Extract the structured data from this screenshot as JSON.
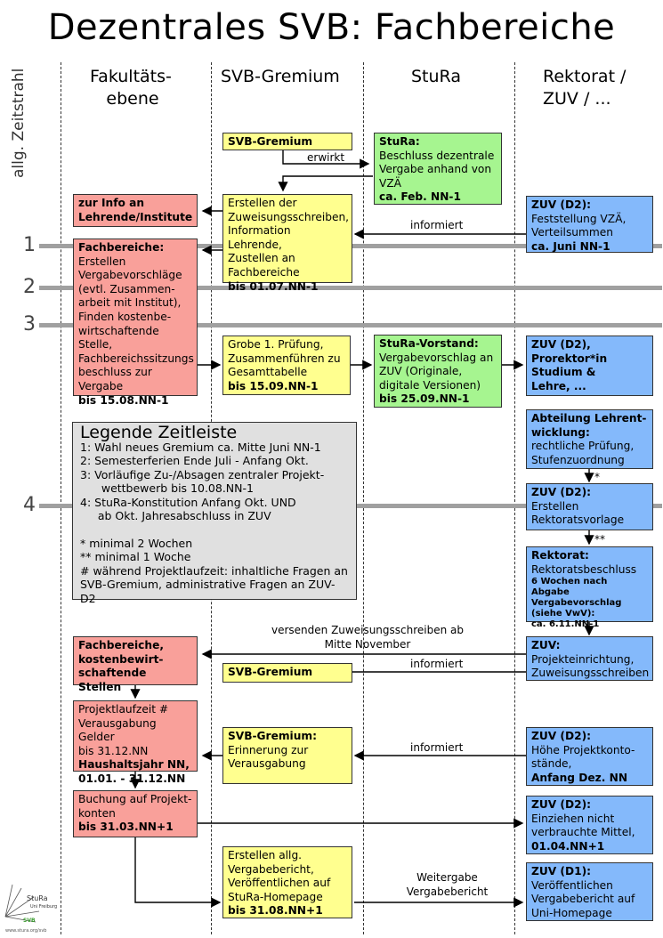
{
  "title": "Dezentrales SVB: Fachbereiche",
  "timeline_axis_label": "allg. Zeitstrahl",
  "columns": {
    "faculty": [
      "Fakultäts-",
      "ebene"
    ],
    "svb": "SVB-Gremium",
    "stura": "StuRa",
    "rectorate": [
      "Rektorat /",
      "ZUV / ..."
    ]
  },
  "timeline_markers": [
    "1",
    "2",
    "3",
    "4"
  ],
  "boxes": {
    "svb_gremium_top": "SVB-Gremium",
    "stura_decision": {
      "head": "StuRa:",
      "lines": [
        "Beschluss dezentrale",
        "Vergabe anhand von",
        "VZÄ"
      ],
      "deadline": "ca. Feb. NN-1"
    },
    "info_teachers": {
      "line1": "zur Info an",
      "line2": "Lehrende/Institute"
    },
    "create_letters": {
      "lines": [
        "Erstellen der",
        "Zuweisungsschreiben,",
        "Information Lehrende,",
        "Zustellen an",
        "Fachbereiche"
      ],
      "deadline": "bis 01.07.NN-1"
    },
    "zuv_d2_vza": {
      "head": "ZUV (D2):",
      "lines": [
        "Feststellung VZÄ,",
        "Verteilsummen"
      ],
      "deadline": "ca. Juni NN-1"
    },
    "fachbereiche_main": {
      "head": "Fachbereiche:",
      "lines": [
        "Erstellen",
        "Vergabevorschläge",
        "(evtl. Zusammen-",
        "arbeit mit Institut),",
        "Finden kostenbe-",
        "wirtschaftende Stelle,",
        "Fachbereichssitzungs",
        "beschluss zur",
        "Vergabe"
      ],
      "deadline": "bis 15.08.NN-1"
    },
    "rough_check": {
      "lines": [
        "Grobe 1. Prüfung,",
        "Zusammenführen zu",
        "Gesamttabelle"
      ],
      "deadline": "bis 15.09.NN-1"
    },
    "stura_board": {
      "head": "StuRa-Vorstand:",
      "lines": [
        "Vergabevorschlag an",
        "ZUV (Originale,",
        "digitale Versionen)"
      ],
      "deadline": "bis 25.09.NN-1"
    },
    "zuv_prorektor": {
      "lines": [
        "ZUV (D2),",
        "Prorektor*in",
        "Studium &",
        "Lehre, ..."
      ]
    },
    "teaching_dev": {
      "head": [
        "Abteilung Lehrent-",
        "wicklung:"
      ],
      "lines": [
        "rechtliche Prüfung,",
        "Stufenzuordnung"
      ]
    },
    "zuv_d2_template": {
      "head": "ZUV (D2):",
      "lines": [
        "Erstellen",
        "Rektoratsvorlage"
      ]
    },
    "rektorat": {
      "head": "Rektorat:",
      "line": "Rektoratsbeschluss",
      "small": [
        "6 Wochen nach Abgabe",
        "Vergabevorschlag",
        "(siehe VwV):",
        "ca. 6.11.NN-1"
      ]
    },
    "zuv_project": {
      "head": "ZUV:",
      "lines": [
        "Projekteinrichtung,",
        "Zuweisungsschreiben"
      ]
    },
    "fachbereiche_cost": {
      "lines": [
        "Fachbereiche,",
        "kostenbewirt-",
        "schaftende Stellen"
      ]
    },
    "svb_gremium_mid": "SVB-Gremium",
    "project_runtime": {
      "lines": [
        "Projektlaufzeit #",
        "Verausgabung Gelder",
        "bis 31.12.NN"
      ],
      "deadline": [
        "Haushaltsjahr NN,",
        "01.01. - 31.12.NN"
      ]
    },
    "svb_reminder": {
      "head": "SVB-Gremium:",
      "lines": [
        "Erinnerung zur",
        "Verausgabung"
      ]
    },
    "zuv_d2_balance": {
      "head": "ZUV (D2):",
      "lines": [
        "Höhe Projektkonto-",
        "stände,"
      ],
      "deadline": "Anfang Dez. NN"
    },
    "booking": {
      "lines": [
        "Buchung auf Projekt-",
        "konten"
      ],
      "deadline": "bis 31.03.NN+1"
    },
    "zuv_d2_withdraw": {
      "head": "ZUV (D2):",
      "lines": [
        "Einziehen nicht",
        "verbrauchte Mittel,"
      ],
      "deadline": "01.04.NN+1"
    },
    "report": {
      "lines": [
        "Erstellen allg.",
        "Vergabebericht,",
        "Veröffentlichen auf",
        "StuRa-Homepage"
      ],
      "deadline": "bis 31.08.NN+1"
    },
    "zuv_d1": {
      "head": "ZUV (D1):",
      "lines": [
        "Veröffentlichen",
        "Vergabebericht auf",
        "Uni-Homepage"
      ]
    }
  },
  "arrow_labels": {
    "erwirkt": "erwirkt",
    "informiert1": "informiert",
    "star1": "*",
    "star2": "**",
    "send_letters": [
      "versenden Zuweisungsschreiben ab",
      "Mitte November"
    ],
    "informiert2": "informiert",
    "informiert3": "informiert",
    "forward": [
      "Weitergabe",
      "Vergabebericht"
    ]
  },
  "legend": {
    "title": "Legende Zeitleiste",
    "lines": [
      "1: Wahl neues Gremium ca. Mitte Juni NN-1",
      "2: Semesterferien Ende Juli - Anfang Okt.",
      "3:  Vorläufige Zu-/Absagen zentraler Projekt-",
      "      wettbewerb bis 10.08.NN-1",
      "4: StuRa-Konstitution Anfang Okt. UND",
      "     ab Okt. Jahresabschluss in ZUV",
      "",
      "* minimal 2 Wochen",
      "** minimal 1 Woche",
      "# während Projektlaufzeit: inhaltliche Fragen an",
      "SVB-Gremium, administrative Fragen an ZUV-D2"
    ]
  },
  "logo": {
    "name": "StuRa",
    "sub": "Uni Freiburg",
    "svb": "SVB",
    "url": "www.stura.org/svb"
  },
  "colors": {
    "yellow": "#ffff8f",
    "green": "#a6f590",
    "red": "#f9a09a",
    "blue": "#84b9fb",
    "grey": "#e0e0e0",
    "timeline": "#a0a0a0"
  }
}
